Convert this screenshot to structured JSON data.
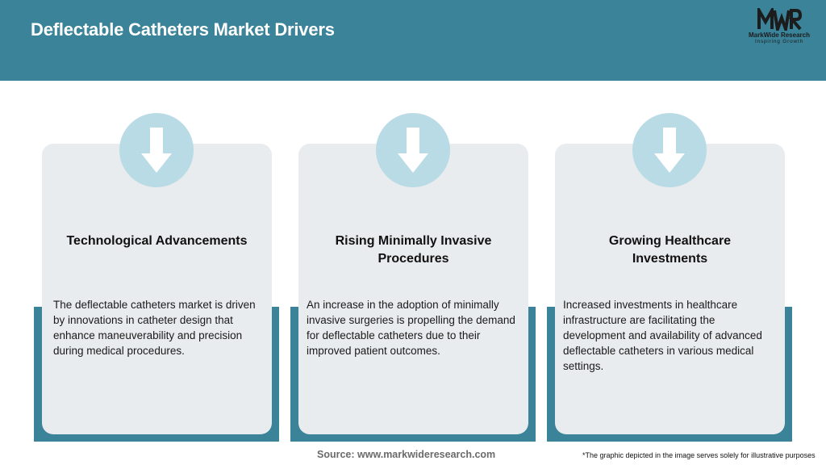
{
  "header": {
    "title": "Deflectable Catheters Market Drivers",
    "background_color": "#3a8399"
  },
  "logo": {
    "mark": "MWR",
    "company": "MarkWide Research",
    "tagline": "Inspiring Growth"
  },
  "cards": [
    {
      "icon": "arrow-down-icon",
      "title": "Technological Advancements",
      "text": "The deflectable catheters market is driven by innovations in catheter design that enhance maneuverability and precision during medical procedures."
    },
    {
      "icon": "arrow-down-icon",
      "title": "Rising Minimally Invasive Procedures",
      "text": "An increase in the adoption of minimally invasive surgeries is propelling the demand for deflectable catheters due to their improved patient outcomes."
    },
    {
      "icon": "arrow-down-icon",
      "title": "Growing Healthcare Investments",
      "text": "Increased investments in healthcare infrastructure are facilitating the development and availability of advanced deflectable catheters in various medical settings."
    }
  ],
  "footer": {
    "source": "Source: www.markwideresearch.com",
    "disclaimer": "*The graphic depicted in the image serves solely for illustrative purposes"
  },
  "colors": {
    "accent": "#3a8399",
    "card_background": "#e9ecee",
    "icon_circle": "#b9dbe5"
  }
}
